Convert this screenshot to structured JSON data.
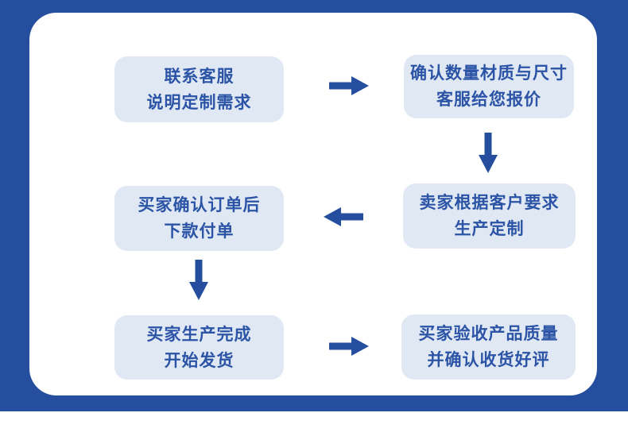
{
  "flowchart": {
    "steps": [
      {
        "id": 1,
        "line1": "联系客服",
        "line2": "说明定制需求"
      },
      {
        "id": 2,
        "line1": "确认数量材质与尺寸",
        "line2": "客服给您报价"
      },
      {
        "id": 3,
        "line1": "买家确认订单后",
        "line2": "下款付单"
      },
      {
        "id": 4,
        "line1": "卖家根据客户要求",
        "line2": "生产定制"
      },
      {
        "id": 5,
        "line1": "买家生产完成",
        "line2": "开始发货"
      },
      {
        "id": 6,
        "line1": "买家验收产品质量",
        "line2": "并确认收货好评"
      }
    ],
    "connections": [
      {
        "from": 1,
        "to": 2,
        "direction": "right"
      },
      {
        "from": 2,
        "to": 4,
        "direction": "down"
      },
      {
        "from": 4,
        "to": 3,
        "direction": "left"
      },
      {
        "from": 3,
        "to": 5,
        "direction": "down"
      },
      {
        "from": 5,
        "to": 6,
        "direction": "right"
      }
    ]
  },
  "colors": {
    "frame_blue": "#254f9e",
    "card_background": "#ffffff",
    "box_fill": "#e0e8f3",
    "box_text": "#2b53a6",
    "arrow_blue": "#254f9e"
  }
}
